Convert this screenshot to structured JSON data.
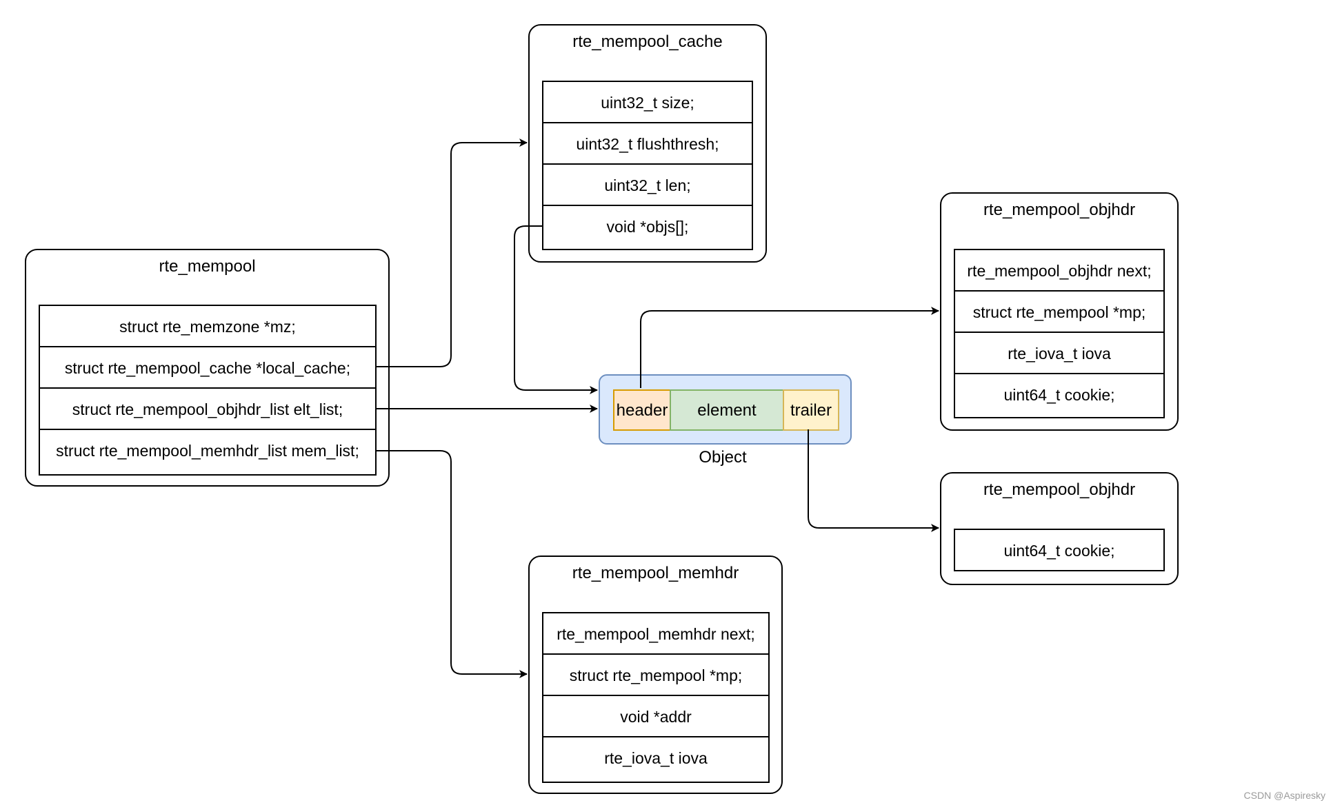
{
  "rte_mempool": {
    "title": "rte_mempool",
    "fields": [
      "struct rte_memzone *mz;",
      "struct rte_mempool_cache *local_cache;",
      "struct rte_mempool_objhdr_list elt_list;",
      "struct rte_mempool_memhdr_list mem_list;"
    ]
  },
  "rte_mempool_cache": {
    "title": "rte_mempool_cache",
    "fields": [
      "uint32_t size;",
      "uint32_t flushthresh;",
      "uint32_t len;",
      "void *objs[];"
    ]
  },
  "rte_mempool_memhdr": {
    "title": "rte_mempool_memhdr",
    "fields": [
      "rte_mempool_memhdr next;",
      "struct rte_mempool *mp;",
      "void *addr",
      "rte_iova_t iova"
    ]
  },
  "objhdr_header": {
    "title": "rte_mempool_objhdr",
    "fields": [
      "rte_mempool_objhdr next;",
      "struct rte_mempool *mp;",
      "rte_iova_t iova",
      "uint64_t cookie;"
    ]
  },
  "objhdr_trailer": {
    "title": "rte_mempool_objhdr",
    "fields": [
      "uint64_t cookie;"
    ]
  },
  "object": {
    "label": "Object",
    "header": "header",
    "element": "element",
    "trailer": "trailer"
  },
  "watermark": "CSDN @Aspiresky",
  "colors": {
    "object_fill": "#dae8fc",
    "object_stroke": "#6c8ebf",
    "header_fill": "#ffe6cc",
    "header_stroke": "#d79b00",
    "element_fill": "#d5e8d4",
    "element_stroke": "#82b366",
    "trailer_fill": "#fff2cc",
    "trailer_stroke": "#d6b656"
  }
}
